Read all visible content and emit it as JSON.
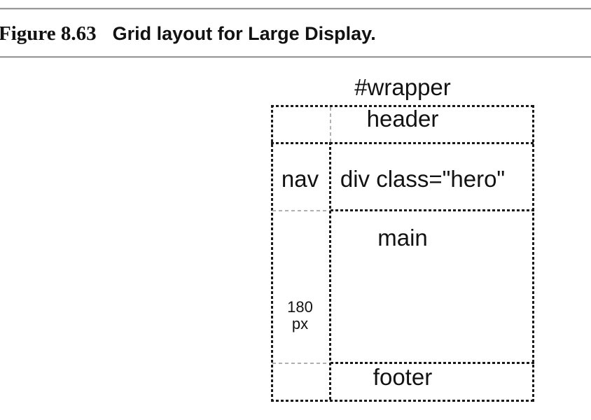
{
  "page": {
    "figure_label": "Figure 8.63",
    "figure_caption": "Grid layout for Large Display."
  },
  "diagram": {
    "wrapper_label": "#wrapper",
    "header_label": "header",
    "nav_label": "nav",
    "hero_label": "div class=\"hero\"",
    "main_label": "main",
    "footer_label": "footer",
    "nav_width": {
      "value": "180",
      "unit": "px"
    }
  },
  "colors": {
    "dash-dark": "#1a1a1a",
    "dash-light": "#b0b0b0",
    "rule-gray": "#858585",
    "text": "#121212"
  }
}
